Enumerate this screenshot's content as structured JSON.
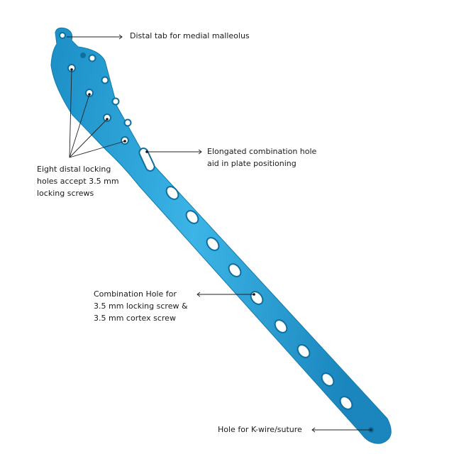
{
  "colors": {
    "plate": "#2aa3d8",
    "plate_dark": "#0f6e9e",
    "plate_light": "#7fd0f2",
    "leader": "#222222"
  },
  "labels": {
    "distal_tab": "Distal tab for medial malleolus",
    "elongated": [
      "Elongated combination hole",
      "aid in plate positioning"
    ],
    "locking": [
      "Eight distal locking",
      "holes accept 3.5 mm",
      "locking screws"
    ],
    "combination": [
      "Combination Hole for",
      "3.5 mm locking screw &",
      "3.5 mm cortex screw"
    ],
    "kwire": "Hole for K-wire/suture"
  }
}
